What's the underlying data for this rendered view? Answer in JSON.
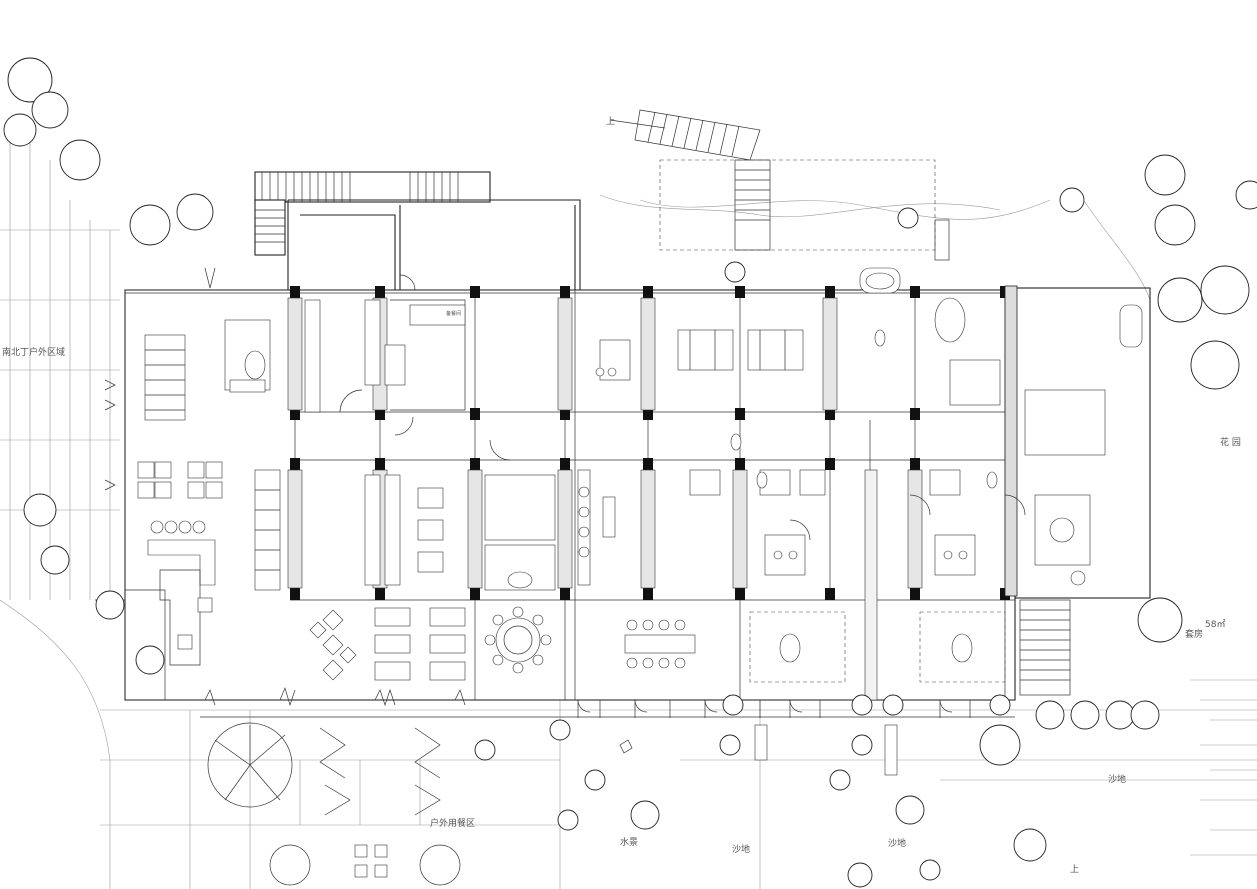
{
  "plan": {
    "labels": {
      "outdoor_left": "南北丁户外区域",
      "outdoor_dining": "户外用餐区",
      "sand_1": "沙地",
      "sand_2": "沙地",
      "sand_3": "沙地",
      "water": "水景",
      "garden": "花 园",
      "room_note_1": "58㎡",
      "room_note_2": "套房",
      "stair_up_top": "上",
      "stair_up_bottom": "上",
      "small_note": "备餐间"
    }
  }
}
